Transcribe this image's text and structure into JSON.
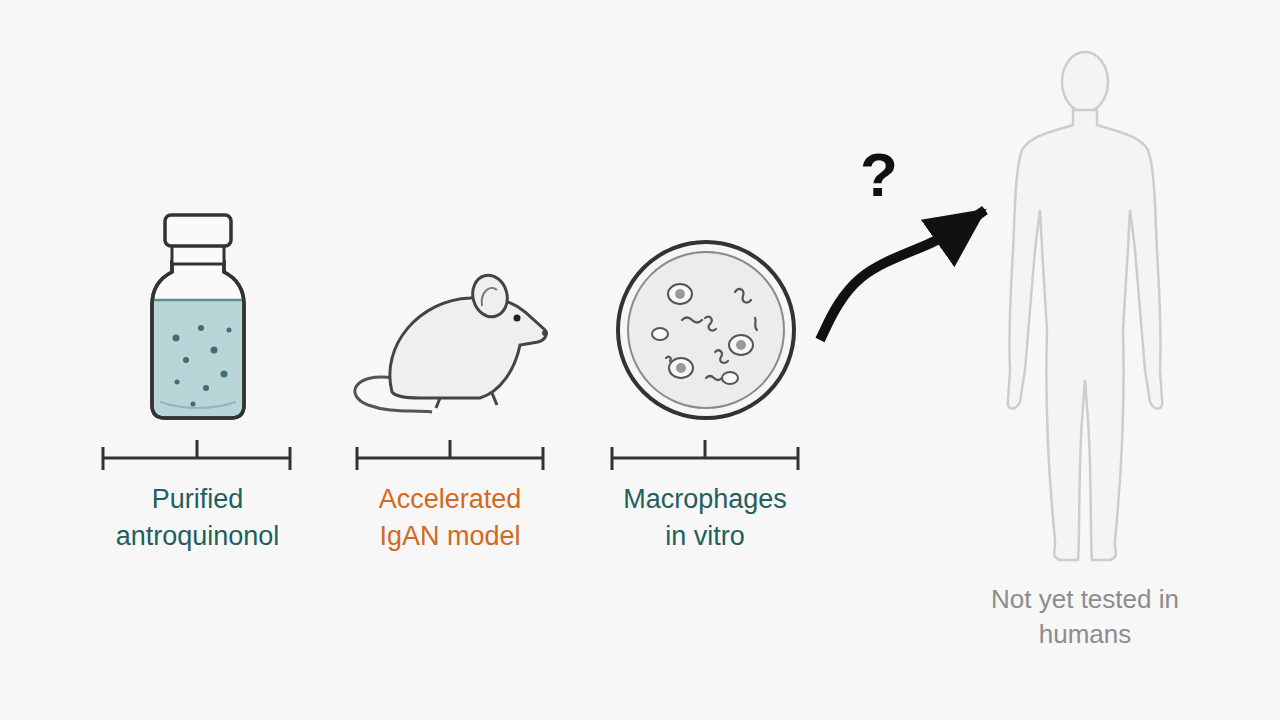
{
  "diagram": {
    "nodes": [
      {
        "text": [
          "Purified antroquinonol"
        ]
      },
      {
        "text": [
          "Accelerated IgAN model"
        ]
      },
      {
        "text": [
          "Macrophages in vitro"
        ]
      },
      {
        "text": [
          "Not yet tested in humans"
        ]
      }
    ],
    "edges": [
      {
        "from": 2,
        "to": 3,
        "arrow": "to",
        "label": "?"
      }
    ]
  }
}
